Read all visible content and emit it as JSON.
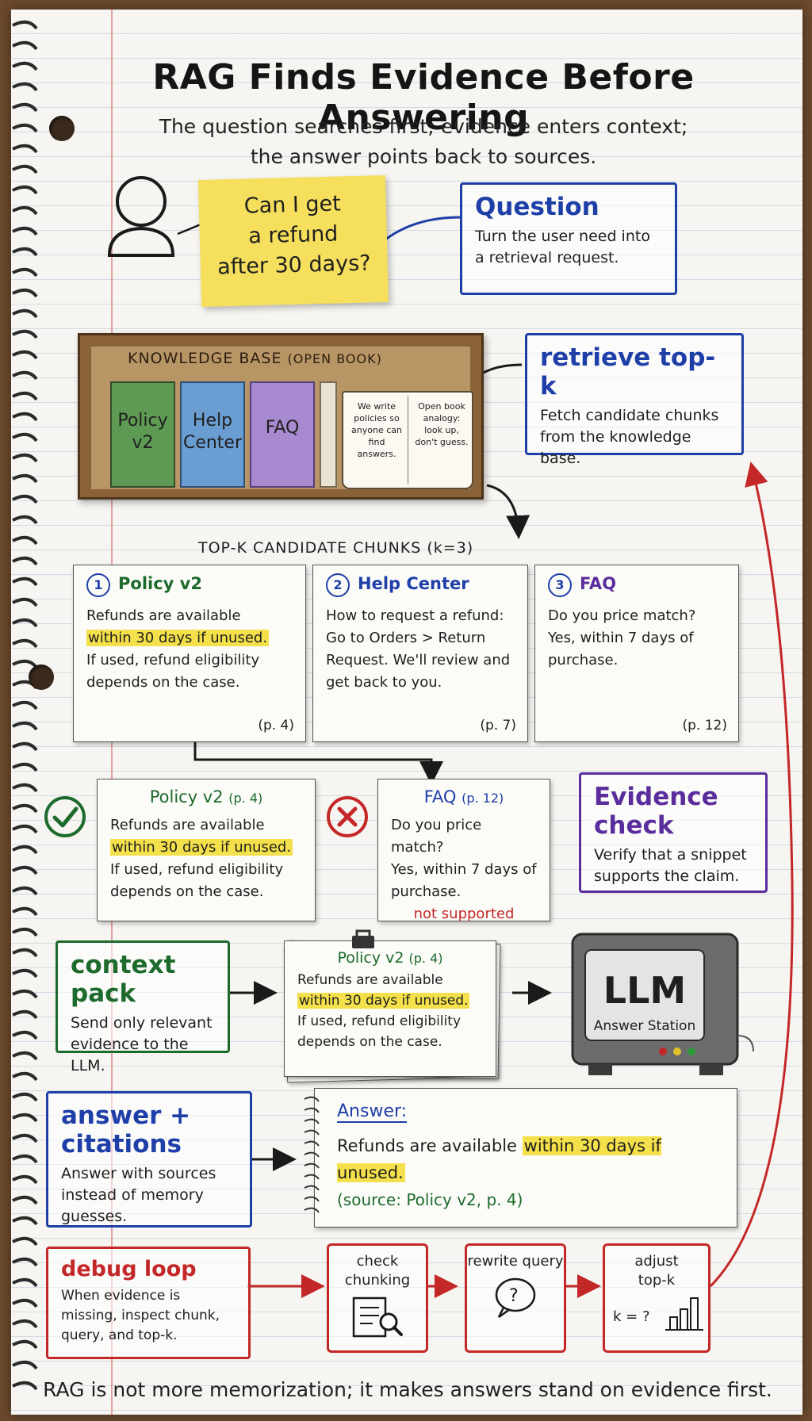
{
  "title": "RAG Finds Evidence Before Answering",
  "subtitle_line1": "The question searches first; evidence enters context;",
  "subtitle_line2": "the answer points back to sources.",
  "sticky_note": {
    "line1": "Can I get",
    "line2": "a refund",
    "line3": "after 30 days?"
  },
  "question_box": {
    "head": "Question",
    "text": "Turn the user need into a retrieval request."
  },
  "knowledge_base": {
    "label": "KNOWLEDGE BASE",
    "label_note": "(OPEN BOOK)",
    "books": [
      "Policy v2",
      "Help Center",
      "FAQ"
    ],
    "open_book_left": "We write policies so anyone can find answers.",
    "open_book_right": "Open book analogy: look up, don't guess."
  },
  "retrieve_box": {
    "head": "retrieve top-k",
    "text": "Fetch candidate chunks from the knowledge base."
  },
  "chunks_label": "TOP-K CANDIDATE CHUNKS (k=3)",
  "chunks": [
    {
      "num": "1",
      "title": "Policy v2",
      "pre": "Refunds are available",
      "hl": "within 30 days if unused.",
      "post": "If used, refund eligibility depends on the case.",
      "page": "(p. 4)"
    },
    {
      "num": "2",
      "title": "Help Center",
      "pre": "How to request a refund:",
      "hl": "",
      "post": "Go to Orders > Return Request. We'll review and get back to you.",
      "page": "(p. 7)"
    },
    {
      "num": "3",
      "title": "FAQ",
      "pre": "Do you price match?",
      "hl": "",
      "post": "Yes, within 7 days of purchase.",
      "page": "(p. 12)"
    }
  ],
  "check_cards": [
    {
      "title": "Policy v2",
      "page": "(p. 4)",
      "pre": "Refunds are available",
      "hl": "within 30 days if unused.",
      "post": "If used, refund eligibility depends on the case.",
      "verdict": ""
    },
    {
      "title": "FAQ",
      "page": "(p. 12)",
      "pre": "Do you price match?",
      "hl": "",
      "post": "Yes, within 7 days of purchase.",
      "verdict": "not supported"
    }
  ],
  "evidence_box": {
    "head": "Evidence check",
    "text": "Verify that a snippet supports the claim."
  },
  "context_box": {
    "head": "context pack",
    "text": "Send only relevant evidence to the LLM."
  },
  "context_card": {
    "title": "Policy v2",
    "page": "(p. 4)",
    "pre": "Refunds are available",
    "hl": "within 30 days if unused.",
    "post": "If used, refund eligibility depends on the case."
  },
  "llm": {
    "title": "LLM",
    "subtitle": "Answer Station"
  },
  "answer_box": {
    "head": "answer + citations",
    "text": "Answer with sources instead of memory guesses."
  },
  "answer_card": {
    "label": "Answer:",
    "pre": "Refunds are available",
    "hl": "within 30 days if unused.",
    "source_pre": "(source:",
    "source_name": "Policy v2",
    "source_post": ", p. 4)"
  },
  "debug_box": {
    "head": "debug loop",
    "text": "When evidence is missing, inspect chunk, query, and top-k."
  },
  "debug_steps": [
    {
      "label": "check chunking",
      "icon": "document-search-icon"
    },
    {
      "label": "rewrite query",
      "icon": "question-bubble-icon"
    },
    {
      "label": "adjust top-k",
      "icon": "bar-chart-icon",
      "extra": "k = ?"
    }
  ],
  "footer": "RAG is not more memorization; it makes answers stand on evidence first.",
  "colors": {
    "blue": "#1f3fa8",
    "green": "#1d6b2c",
    "purple": "#5b2d9c",
    "red": "#c42727",
    "highlight": "#f4e04a",
    "sticky": "#f6df5c"
  }
}
